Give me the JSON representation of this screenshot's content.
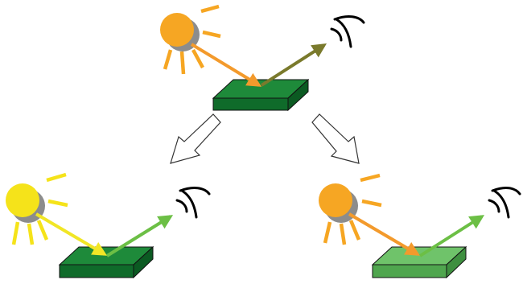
{
  "colors": {
    "sun_orange": "#F6A623",
    "sun_yellow": "#F5E31A",
    "sun_shadow": "#8C8C8C",
    "incident_orange": "#F39A2C",
    "incident_yellow": "#F1E626",
    "reflected_olive": "#7A7A2C",
    "reflected_green": "#6CBF45",
    "surface_dark_green_top": "#1E8A3A",
    "surface_dark_green_side": "#0F6B2A",
    "surface_light_green_top": "#6FC36A",
    "surface_light_green_side": "#4FA64E",
    "outline": "#111111",
    "transition_arrow_fill": "#ffffff",
    "transition_arrow_stroke": "#333333"
  },
  "icons": {
    "sun": "sun-icon",
    "eye": "eye-icon",
    "surface": "surface-block",
    "transition_arrow": "hollow-arrow-icon"
  },
  "scenes": [
    {
      "id": "top",
      "sun_color": "orange",
      "incident_color": "orange",
      "reflected_color": "olive",
      "surface_color": "dark-green"
    },
    {
      "id": "bottom-left",
      "sun_color": "yellow",
      "incident_color": "yellow",
      "reflected_color": "green",
      "surface_color": "dark-green"
    },
    {
      "id": "bottom-right",
      "sun_color": "orange",
      "incident_color": "orange",
      "reflected_color": "green",
      "surface_color": "light-green"
    }
  ]
}
